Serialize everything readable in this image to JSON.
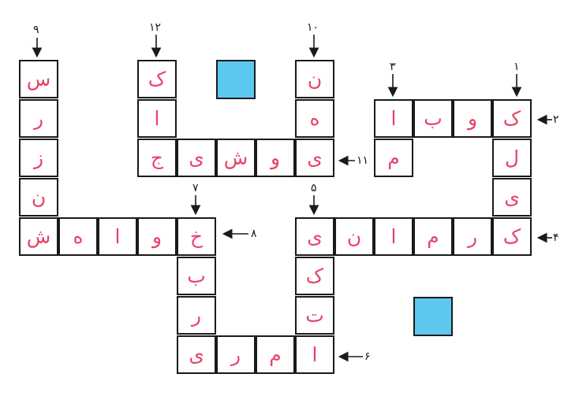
{
  "colors": {
    "letter": "#e8436a",
    "border": "#1a1a1a",
    "blocked": "#5cc8f0"
  },
  "puzzle": {
    "clue_numbers": {
      "n1": "۱",
      "n2": "۲",
      "n3": "۳",
      "n4": "۴",
      "n5": "۵",
      "n6": "۶",
      "n7": "۷",
      "n8": "۸",
      "n9": "۹",
      "n10": "۱۰",
      "n11": "۱۱",
      "n12": "۱۲"
    },
    "cells": [
      {
        "col": 0,
        "row": 0,
        "letter": "س"
      },
      {
        "col": 0,
        "row": 1,
        "letter": "ر"
      },
      {
        "col": 0,
        "row": 2,
        "letter": "ز"
      },
      {
        "col": 0,
        "row": 3,
        "letter": "ن"
      },
      {
        "col": 0,
        "row": 4,
        "letter": "ش"
      },
      {
        "col": 1,
        "row": 4,
        "letter": "ه"
      },
      {
        "col": 2,
        "row": 4,
        "letter": "ا"
      },
      {
        "col": 3,
        "row": 4,
        "letter": "و"
      },
      {
        "col": 4,
        "row": 4,
        "letter": "خ"
      },
      {
        "col": 4,
        "row": 5,
        "letter": "ب"
      },
      {
        "col": 4,
        "row": 6,
        "letter": "ر"
      },
      {
        "col": 4,
        "row": 7,
        "letter": "ی"
      },
      {
        "col": 5,
        "row": 7,
        "letter": "ر"
      },
      {
        "col": 6,
        "row": 7,
        "letter": "م"
      },
      {
        "col": 7,
        "row": 7,
        "letter": "ا"
      },
      {
        "col": 7,
        "row": 6,
        "letter": "ت"
      },
      {
        "col": 7,
        "row": 5,
        "letter": "ک"
      },
      {
        "col": 7,
        "row": 4,
        "letter": "ی"
      },
      {
        "col": 8,
        "row": 4,
        "letter": "ن"
      },
      {
        "col": 9,
        "row": 4,
        "letter": "ا"
      },
      {
        "col": 10,
        "row": 4,
        "letter": "م"
      },
      {
        "col": 11,
        "row": 4,
        "letter": "ر"
      },
      {
        "col": 12,
        "row": 4,
        "letter": "ک"
      },
      {
        "col": 12,
        "row": 3,
        "letter": "ی"
      },
      {
        "col": 12,
        "row": 2,
        "letter": "ل"
      },
      {
        "col": 12,
        "row": 1,
        "letter": "ک"
      },
      {
        "col": 11,
        "row": 1,
        "letter": "و"
      },
      {
        "col": 10,
        "row": 1,
        "letter": "ب"
      },
      {
        "col": 9,
        "row": 1,
        "letter": "ا"
      },
      {
        "col": 9,
        "row": 2,
        "letter": "م"
      },
      {
        "col": 3,
        "row": 0,
        "letter": "ک"
      },
      {
        "col": 3,
        "row": 1,
        "letter": "ا"
      },
      {
        "col": 3,
        "row": 2,
        "letter": "ج"
      },
      {
        "col": 4,
        "row": 2,
        "letter": "ی"
      },
      {
        "col": 5,
        "row": 2,
        "letter": "ش"
      },
      {
        "col": 6,
        "row": 2,
        "letter": "و"
      },
      {
        "col": 7,
        "row": 2,
        "letter": "ی"
      },
      {
        "col": 7,
        "row": 1,
        "letter": "ه"
      },
      {
        "col": 7,
        "row": 0,
        "letter": "ن"
      }
    ],
    "blocked_squares": 2
  }
}
